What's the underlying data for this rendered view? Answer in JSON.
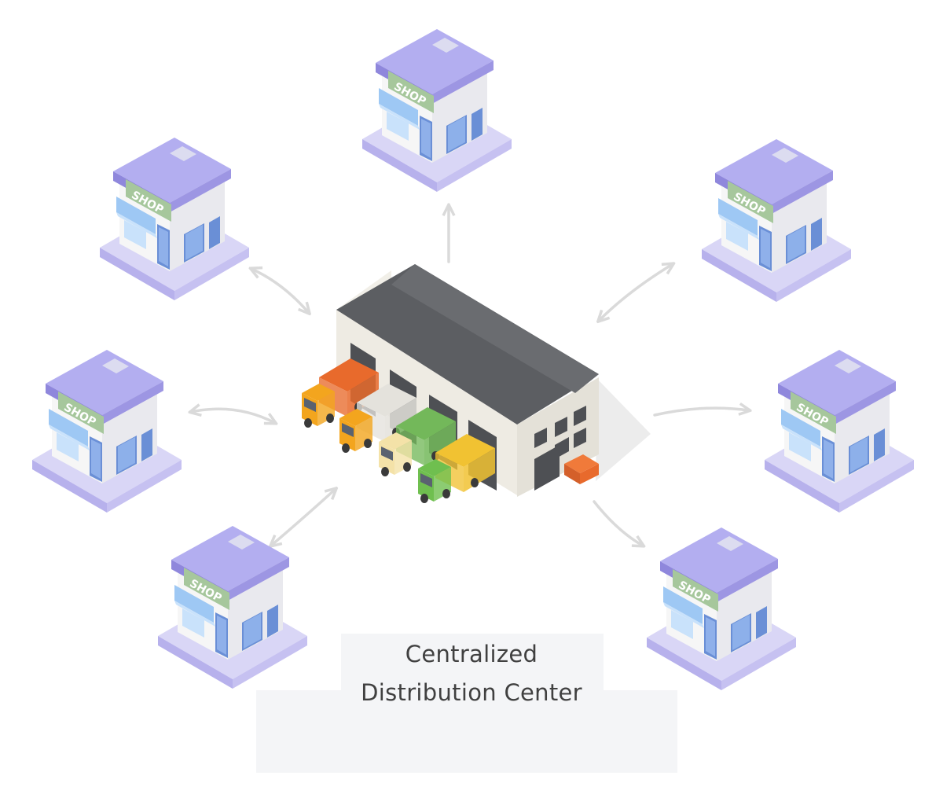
{
  "caption": {
    "line1": "Centralized",
    "line2": "Distribution Center"
  },
  "shop_sign": "SHOP",
  "colors": {
    "roof": "#b3aef0",
    "roof_side": "#8f87dc",
    "base": "#d9d6f6",
    "base_edge": "#b7b1ec",
    "wall": "#f5f5f5",
    "window": "#6a8fd6",
    "awning": "#9ec8f4",
    "sign": "#a6c79c",
    "warehouse_roof": "#5c5e62",
    "warehouse_wall": "#eeebe3",
    "arrow": "#dadada",
    "caption_bg": "#f4f5f7"
  },
  "shops": [
    {
      "id": "shop-top"
    },
    {
      "id": "shop-upper-left"
    },
    {
      "id": "shop-upper-right"
    },
    {
      "id": "shop-middle-left"
    },
    {
      "id": "shop-middle-right"
    },
    {
      "id": "shop-lower-left"
    },
    {
      "id": "shop-lower-right"
    }
  ],
  "trucks": [
    {
      "cab": "#f3a51e",
      "cargo": "#e86a2c"
    },
    {
      "cab": "#f3a51e",
      "cargo": "#e4e2dc"
    },
    {
      "cab": "#f4e2a8",
      "cargo": "#73b85a"
    },
    {
      "cab": "#6fbf4f",
      "cargo": "#f1c232"
    }
  ]
}
